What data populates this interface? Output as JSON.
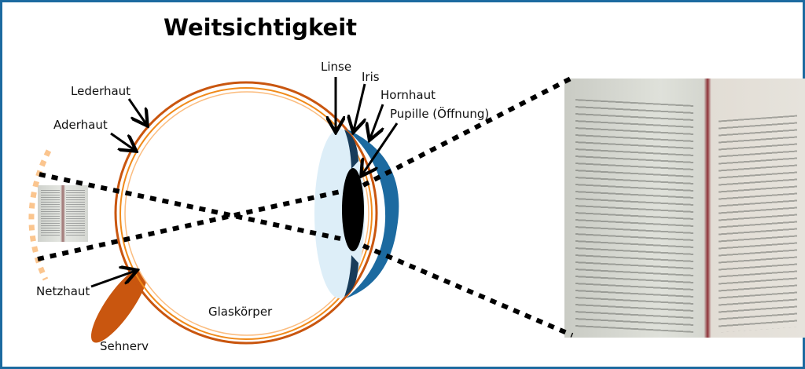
{
  "title": "Weitsichtigkeit",
  "labels": {
    "lederhaut": "Lederhaut",
    "aderhaut": "Aderhaut",
    "netzhaut": "Netzhaut",
    "sehnerv": "Sehnerv",
    "glaskoerper": "Glaskörper",
    "linse": "Linse",
    "iris": "Iris",
    "hornhaut": "Hornhaut",
    "pupille": "Pupille (Öffnung)"
  },
  "colors": {
    "frame": "#1c6aa0",
    "sclera": "#c9560f",
    "choroid": "#f08a1a",
    "retina": "#fbbd80",
    "lens": "#ddeef8",
    "cornea": "#1c6aa0",
    "iris": "#183c5a",
    "optic_nerve": "#c9560f"
  }
}
